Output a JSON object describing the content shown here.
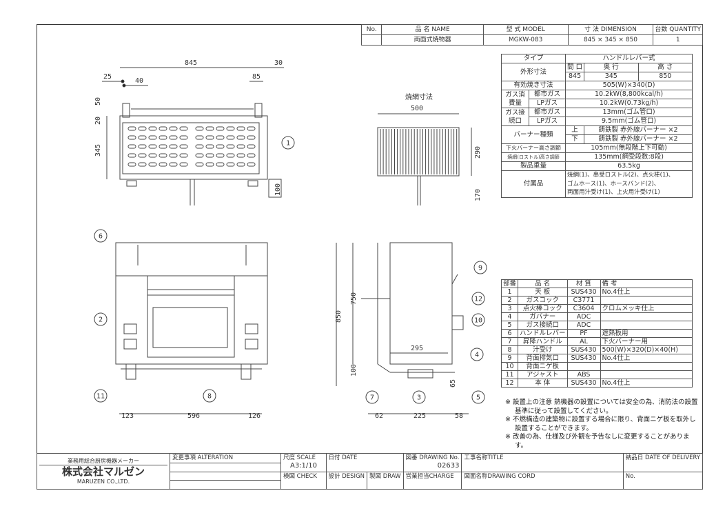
{
  "header": {
    "cols": [
      "No.",
      "品 名 NAME",
      "型 式 MODEL",
      "寸 法 DIMENSION",
      "台数 QUANTITY"
    ],
    "values": [
      "",
      "両面式焼物器",
      "MGKW-083",
      "845 × 345 × 850",
      "1"
    ]
  },
  "spec": {
    "type_label": "タイプ",
    "type_value": "ハンドルレバー式",
    "dims_label": "外形寸法",
    "dims_heads": [
      "間 口",
      "奥 行",
      "高 さ"
    ],
    "dims_values": [
      "845",
      "345",
      "850"
    ],
    "grill_label": "有効焼き寸法",
    "grill_value": "505(W)×340(D)",
    "gas_use_label": "ガス消費量",
    "gas_conn_label": "ガス接続口",
    "city_gas": "都市ガス",
    "lp_gas": "LPガス",
    "use_city": "10.2kW(8,800kcal/h)",
    "use_lp": "10.2kW(0.73kg/h)",
    "conn_city": "13mm(ゴム管口)",
    "conn_lp": "9.5mm(ゴム管口)",
    "burner_label": "バーナー種類",
    "upper": "上",
    "lower": "下",
    "burner_upper": "鋳鉄製 赤外線バーナー ×2",
    "burner_lower": "鋳鉄製 赤外線バーナー ×2",
    "lower_adj_label": "下火バーナー高さ調節",
    "lower_adj_value": "105mm(無段階上下可動)",
    "rack_adj_label": "焼網(ロストル)高さ調節",
    "rack_adj_value": "135mm(網受段数:8段)",
    "weight_label": "製品重量",
    "weight_value": "63.5kg",
    "acc_label": "付属品",
    "acc_value": [
      "焼網(1)、串受ロストル(2)、点火棒(1)、",
      "ゴムホース(1)、ホースバンド(2)、",
      "両面用汁受け(1)、上火用汁受け(1)"
    ]
  },
  "parts": {
    "heads": [
      "部番",
      "品 名",
      "材 質",
      "備 考"
    ],
    "rows": [
      [
        "1",
        "天 板",
        "SUS430",
        "No.4仕上"
      ],
      [
        "2",
        "ガスコック",
        "C3771",
        ""
      ],
      [
        "3",
        "点火棒コック",
        "C3604",
        "クロムメッキ仕上"
      ],
      [
        "4",
        "ガバナー",
        "ADC",
        ""
      ],
      [
        "5",
        "ガス接続口",
        "ADC",
        ""
      ],
      [
        "6",
        "ハンドルレバー",
        "PF",
        "遮熱板用"
      ],
      [
        "7",
        "昇降ハンドル",
        "AL",
        "下火バーナー用"
      ],
      [
        "8",
        "汁受け",
        "SUS430",
        "500(W)×320(D)×40(H)"
      ],
      [
        "9",
        "背面排気口",
        "SUS430",
        "No.4仕上"
      ],
      [
        "10",
        "背面ニゲ板",
        "",
        ""
      ],
      [
        "11",
        "アジャスト",
        "ABS",
        ""
      ],
      [
        "12",
        "本 体",
        "SUS430",
        "No.4仕上"
      ]
    ]
  },
  "notes": [
    "※ 設置上の注意 熱機器の設置については安全の為、消防法の設置基準に従って設置してください。",
    "※ 不燃構造の建築物に設置する場合に限り、背面ニゲ板を取外し設置することができます。",
    "※ 改善の為、仕様及び外観を予告なしに変更することがあります。"
  ],
  "dims": {
    "w845": "845",
    "d25": "25",
    "d40": "40",
    "d30": "30",
    "d85": "85",
    "h50": "50",
    "h20": "20",
    "h345": "345",
    "h100": "100",
    "grill_title": "焼網寸法",
    "grill_w": "500",
    "grill_d": "290",
    "grill_h": "170",
    "f123": "123",
    "f596": "596",
    "f126": "126",
    "s750": "750",
    "s850": "850",
    "s100": "100",
    "s295": "295",
    "s62": "62",
    "s225": "225",
    "s58": "58",
    "s65": "65"
  },
  "balloons": [
    "1",
    "2",
    "3",
    "4",
    "5",
    "6",
    "7",
    "8",
    "9",
    "10",
    "11",
    "12"
  ],
  "title_block": {
    "maker_top": "業務用総合厨房機器メーカー",
    "maker": "株式会社マルゼン",
    "maker_en": "MARUZEN CO.,LTD.",
    "alteration": "変更事項 ALTERATION",
    "scale_label": "尺度 SCALE",
    "scale": "A3:1/10",
    "date": "日付 DATE",
    "drawing_no_label": "図番 DRAWING No.",
    "drawing_no": "02633",
    "title": "工事名称TITLE",
    "delivery": "納品日 DATE OF DELIVERY",
    "check": "検図 CHECK",
    "design": "設計 DESIGN",
    "draw": "製図 DRAW",
    "charge": "営業担当CHARGE",
    "cord": "図面名称DRAWING CORD",
    "no": "No."
  }
}
